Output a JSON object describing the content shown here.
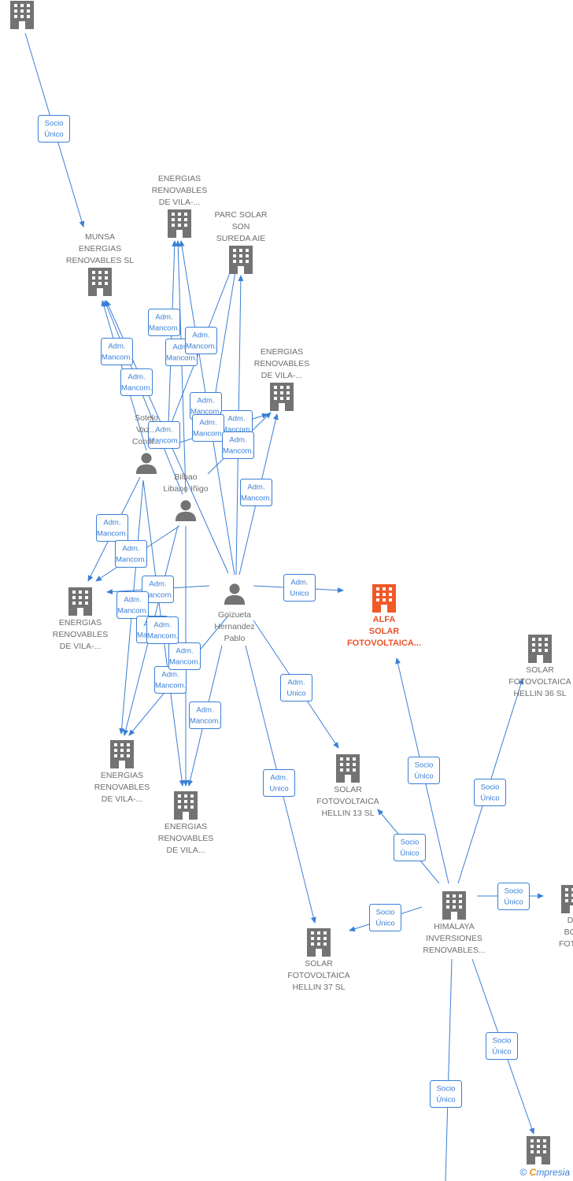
{
  "colors": {
    "edge": "#3a7fd5",
    "node": "#737373",
    "highlight": "#f05a28",
    "label": "#6e6e6e"
  },
  "nodes": [
    {
      "id": "top",
      "type": "company",
      "icon": "building-icon",
      "lines": []
    },
    {
      "id": "munsa",
      "type": "company",
      "icon": "building-icon",
      "lines": [
        "MUNSA",
        "ENERGIAS",
        "RENOVABLES SL"
      ]
    },
    {
      "id": "ev1",
      "type": "company",
      "icon": "building-icon",
      "lines": [
        "ENERGIAS",
        "RENOVABLES",
        "DE VILA-..."
      ]
    },
    {
      "id": "parc",
      "type": "company",
      "icon": "building-icon",
      "lines": [
        "PARC SOLAR",
        "SON",
        "SUREDA AIE"
      ]
    },
    {
      "id": "ev2",
      "type": "company",
      "icon": "building-icon",
      "lines": [
        "ENERGIAS",
        "RENOVABLES",
        "DE VILA-..."
      ]
    },
    {
      "id": "sotelo",
      "type": "person",
      "icon": "person-icon",
      "lines": [
        "Sotelo",
        "Vaz...",
        "Const..."
      ]
    },
    {
      "id": "bilbao",
      "type": "person",
      "icon": "person-icon",
      "lines": [
        "Bilbao",
        "Libano Iñigo"
      ]
    },
    {
      "id": "goizueta",
      "type": "person",
      "icon": "person-icon",
      "lines": [
        "Goizueta",
        "Hernandez",
        "Pablo"
      ]
    },
    {
      "id": "alfa",
      "type": "company",
      "icon": "building-icon",
      "highlight": true,
      "lines": [
        "ALFA",
        "SOLAR",
        "FOTOVOLTAICA..."
      ]
    },
    {
      "id": "ev3",
      "type": "company",
      "icon": "building-icon",
      "lines": [
        "ENERGIAS",
        "RENOVABLES",
        "DE VILA-..."
      ]
    },
    {
      "id": "ev4",
      "type": "company",
      "icon": "building-icon",
      "lines": [
        "ENERGIAS",
        "RENOVABLES",
        "DE VILA-..."
      ]
    },
    {
      "id": "ev5",
      "type": "company",
      "icon": "building-icon",
      "lines": [
        "ENERGIAS",
        "RENOVABLES",
        "DE VILA..."
      ]
    },
    {
      "id": "h36",
      "type": "company",
      "icon": "building-icon",
      "lines": [
        "SOLAR",
        "FOTOVOLTAICA",
        "HELLIN 36 SL"
      ]
    },
    {
      "id": "h13",
      "type": "company",
      "icon": "building-icon",
      "lines": [
        "SOLAR",
        "FOTOVOLTAICA",
        "HELLIN 13 SL"
      ]
    },
    {
      "id": "himalaya",
      "type": "company",
      "icon": "building-icon",
      "lines": [
        "HIMALAYA",
        "INVERSIONES",
        "RENOVABLES..."
      ]
    },
    {
      "id": "h37",
      "type": "company",
      "icon": "building-icon",
      "lines": [
        "SOLAR",
        "FOTOVOLTAICA",
        "HELLIN 37 SL"
      ]
    },
    {
      "id": "right1",
      "type": "company",
      "icon": "building-icon",
      "lines": [
        "DE",
        "BON",
        "FOTOV"
      ]
    },
    {
      "id": "bottom",
      "type": "company",
      "icon": "building-icon",
      "lines": []
    }
  ],
  "edges": [
    {
      "from": "top",
      "to": "munsa",
      "label": [
        "Socio",
        "Único"
      ]
    },
    {
      "from": "sotelo",
      "to": "munsa",
      "label": [
        "Adm.",
        "Mancom."
      ]
    },
    {
      "from": "bilbao",
      "to": "munsa",
      "label": [
        "Adm.",
        "Mancom."
      ]
    },
    {
      "from": "goizueta",
      "to": "munsa",
      "label": [
        "Adm.",
        "Mancom."
      ]
    },
    {
      "from": "sotelo",
      "to": "ev1",
      "label": [
        "Adm.",
        "Mancom."
      ]
    },
    {
      "from": "bilbao",
      "to": "ev1",
      "label": [
        "Adm.",
        "Mancom."
      ]
    },
    {
      "from": "goizueta",
      "to": "ev1",
      "label": [
        "Adm.",
        "Mancom."
      ]
    },
    {
      "from": "sotelo",
      "to": "parc",
      "label": [
        "Adm.",
        "Mancom."
      ]
    },
    {
      "from": "bilbao",
      "to": "parc",
      "label": [
        "Adm.",
        "Mancom."
      ]
    },
    {
      "from": "goizueta",
      "to": "parc",
      "label": [
        "Adm.",
        "Mancom."
      ]
    },
    {
      "from": "sotelo",
      "to": "ev2",
      "label": [
        "Adm.",
        "Mancom."
      ]
    },
    {
      "from": "bilbao",
      "to": "ev2",
      "label": [
        "Adm.",
        "Mancom."
      ]
    },
    {
      "from": "goizueta",
      "to": "ev2",
      "label": [
        "Adm.",
        "Mancom."
      ]
    },
    {
      "from": "sotelo",
      "to": "ev3",
      "label": [
        "Adm.",
        "Mancom."
      ]
    },
    {
      "from": "bilbao",
      "to": "ev3",
      "label": [
        "Adm.",
        "Mancom."
      ]
    },
    {
      "from": "goizueta",
      "to": "ev3",
      "label": [
        "Adm.",
        "Mancom."
      ]
    },
    {
      "from": "sotelo",
      "to": "ev4",
      "label": [
        "Adm.",
        "Mancom."
      ]
    },
    {
      "from": "bilbao",
      "to": "ev4",
      "label": [
        "Adm.",
        "Mancom."
      ]
    },
    {
      "from": "goizueta",
      "to": "ev4",
      "label": [
        "Adm.",
        "Mancom."
      ]
    },
    {
      "from": "sotelo",
      "to": "ev5",
      "label": [
        "Adm.",
        "Mancom."
      ]
    },
    {
      "from": "bilbao",
      "to": "ev5",
      "label": [
        "Adm.",
        "Mancom."
      ]
    },
    {
      "from": "goizueta",
      "to": "ev5",
      "label": [
        "Adm.",
        "Mancom."
      ]
    },
    {
      "from": "goizueta",
      "to": "alfa",
      "label": [
        "Adm.",
        "Unico"
      ]
    },
    {
      "from": "goizueta",
      "to": "h13",
      "label": [
        "Adm.",
        "Unico"
      ]
    },
    {
      "from": "goizueta",
      "to": "h37",
      "label": [
        "Adm.",
        "Unico"
      ]
    },
    {
      "from": "himalaya",
      "to": "alfa",
      "label": [
        "Socio",
        "Único"
      ]
    },
    {
      "from": "himalaya",
      "to": "h36",
      "label": [
        "Socio",
        "Único"
      ]
    },
    {
      "from": "himalaya",
      "to": "h13",
      "label": [
        "Socio",
        "Único"
      ]
    },
    {
      "from": "himalaya",
      "to": "right1",
      "label": [
        "Socio",
        "Único"
      ]
    },
    {
      "from": "himalaya",
      "to": "h37",
      "label": [
        "Socio",
        "Único"
      ]
    },
    {
      "from": "himalaya",
      "to": "bottom",
      "label": [
        "Socio",
        "Único"
      ]
    },
    {
      "from": "himalaya",
      "to": "offpage",
      "label": [
        "Socio",
        "Único"
      ]
    }
  ],
  "footer": {
    "copyright": "©",
    "brand_first": "C",
    "brand_rest": "mpresia"
  }
}
